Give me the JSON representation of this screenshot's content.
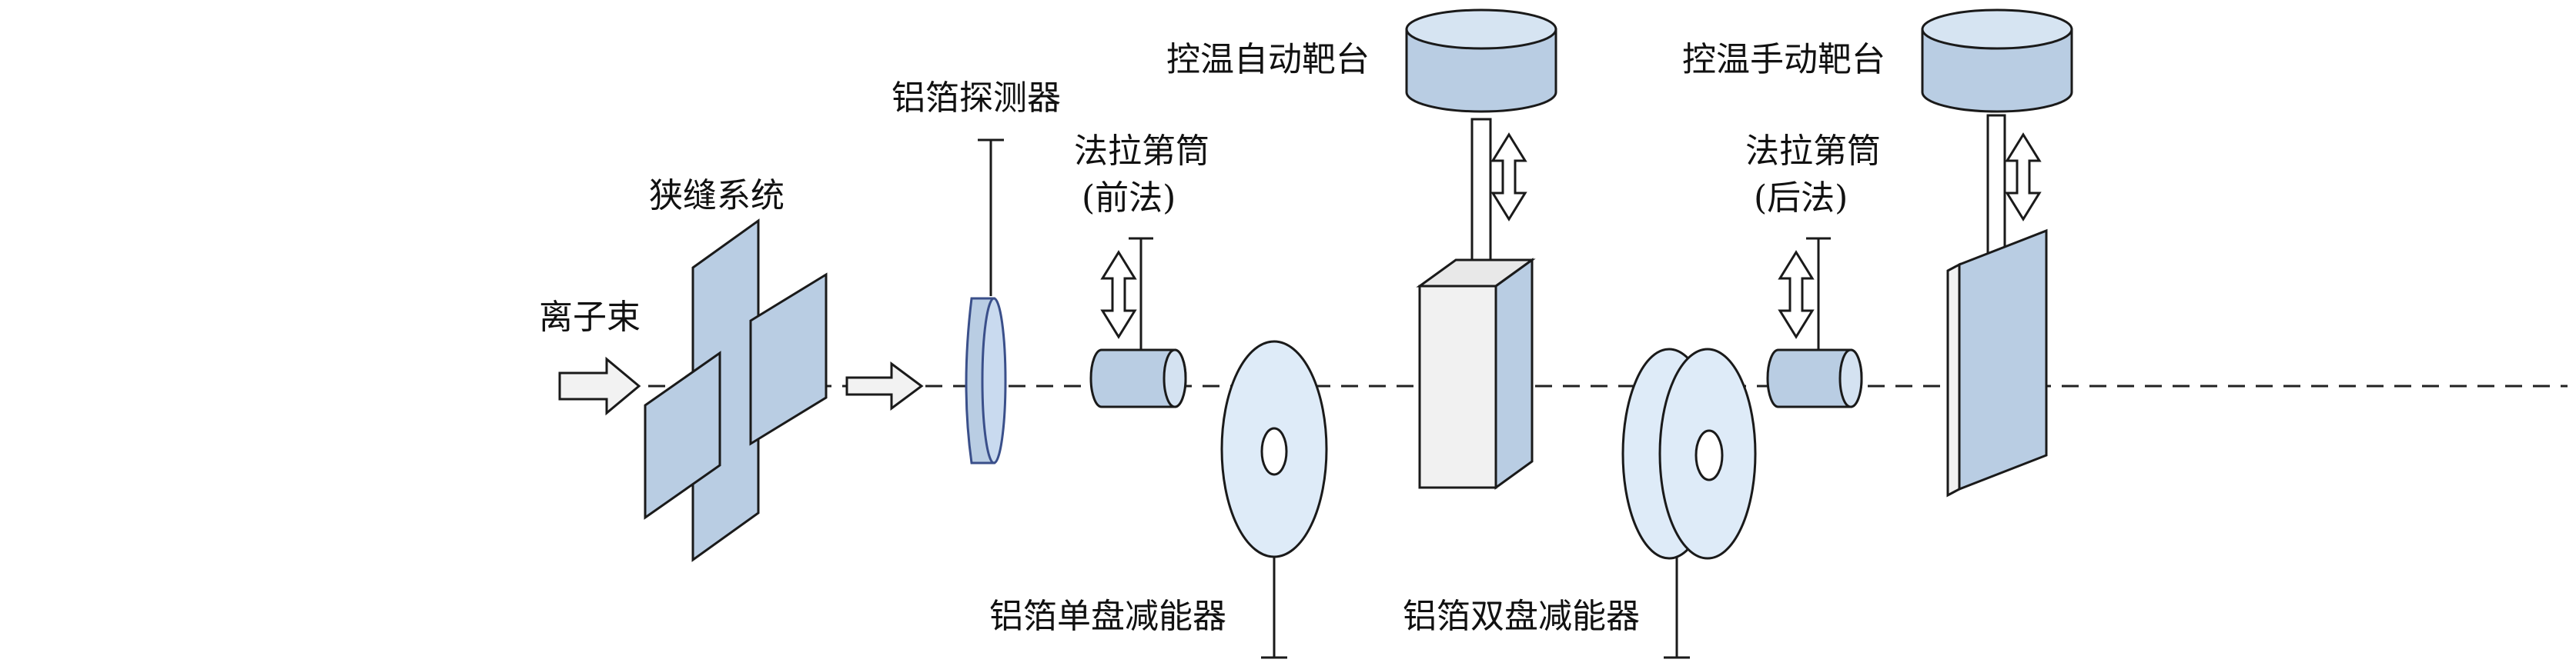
{
  "labels": {
    "ion_beam": "离子束",
    "slit_system": "狭缝系统",
    "al_foil_detector": "铝箔探测器",
    "faraday_cup_front_line1": "法拉第筒",
    "faraday_cup_front_line2": "(前法)",
    "temp_auto_target": "控温自动靶台",
    "faraday_cup_rear_line1": "法拉第筒",
    "faraday_cup_rear_line2": "(后法)",
    "temp_manual_target": "控温手动靶台",
    "al_foil_single_degrader": "铝箔单盘减能器",
    "al_foil_double_degrader": "铝箔双盘减能器"
  },
  "colors": {
    "component_fill": "#b9cde3",
    "component_side": "#9db4cf",
    "disk_fill": "#deebf8",
    "block_fill": "#f1f1f1",
    "outline": "#1a1a1a",
    "beam_line": "#222222",
    "arrow_fill": "#f2f2f2"
  },
  "icons": {
    "beam_arrow": "right-arrow-icon",
    "motion_arrow": "up-down-arrow-icon"
  }
}
